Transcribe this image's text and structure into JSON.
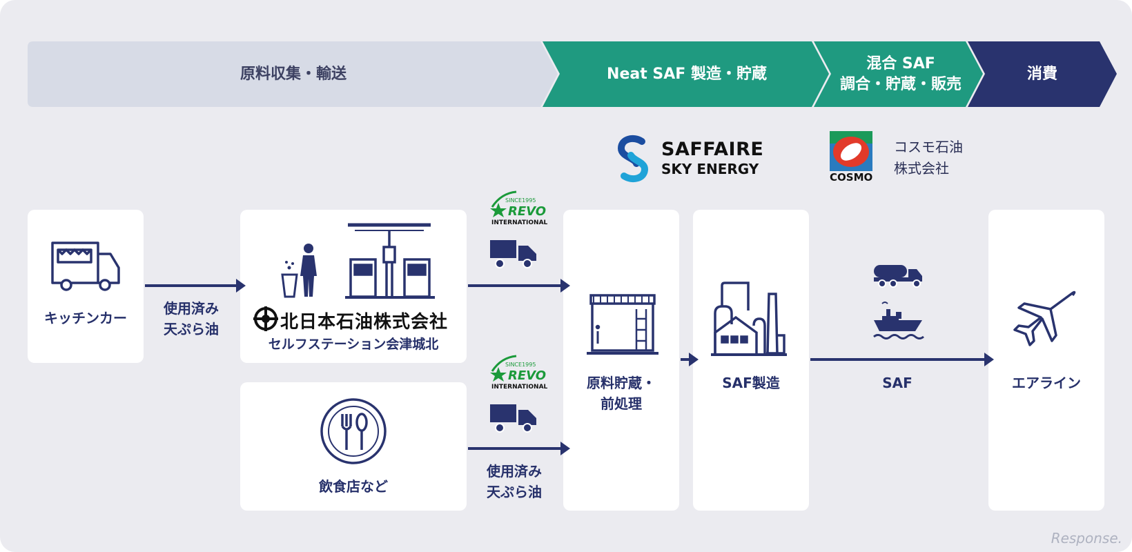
{
  "stages": [
    {
      "label": "原料収集・輸送",
      "color": "#d7dbe6"
    },
    {
      "label": "Neat SAF 製造・貯蔵",
      "color": "#1f9a80"
    },
    {
      "label": "混合 SAF\n調合・貯蔵・販売",
      "color": "#1f9a80"
    },
    {
      "label": "消費",
      "color": "#29336e"
    }
  ],
  "companies": {
    "saffaire": {
      "line1": "SAFFAIRE",
      "line2": "SKY ENERGY"
    },
    "cosmo": {
      "logo_text": "COSMO",
      "line1": "コスモ石油",
      "line2": "株式会社"
    },
    "revo": {
      "since": "SINCE1995",
      "name": "REVO",
      "sub": "INTERNATIONAL"
    },
    "kitanihon": {
      "name": "北日本石油株式会社"
    }
  },
  "nodes": {
    "kitchen_car": {
      "label": "キッチンカー",
      "icon": "food-truck-icon"
    },
    "self_station": {
      "label": "セルフステーション会津城北",
      "icon": "gas-station-icon"
    },
    "restaurant": {
      "label": "飲食店など",
      "icon": "plate-cutlery-icon"
    },
    "storage": {
      "label": "原料貯蔵・\n前処理",
      "icon": "storage-tank-icon"
    },
    "saf_production": {
      "label": "SAF製造",
      "icon": "factory-icon"
    },
    "airline": {
      "label": "エアライン",
      "icon": "airplane-icon"
    }
  },
  "edges": {
    "used_oil_1": "使用済み\n天ぷら油",
    "used_oil_2": "使用済み\n天ぷら油",
    "saf": "SAF"
  },
  "colors": {
    "navy": "#29336e",
    "teal": "#1f9a80",
    "light": "#d7dbe6",
    "bg": "#ebebf0"
  },
  "watermark": "Response."
}
